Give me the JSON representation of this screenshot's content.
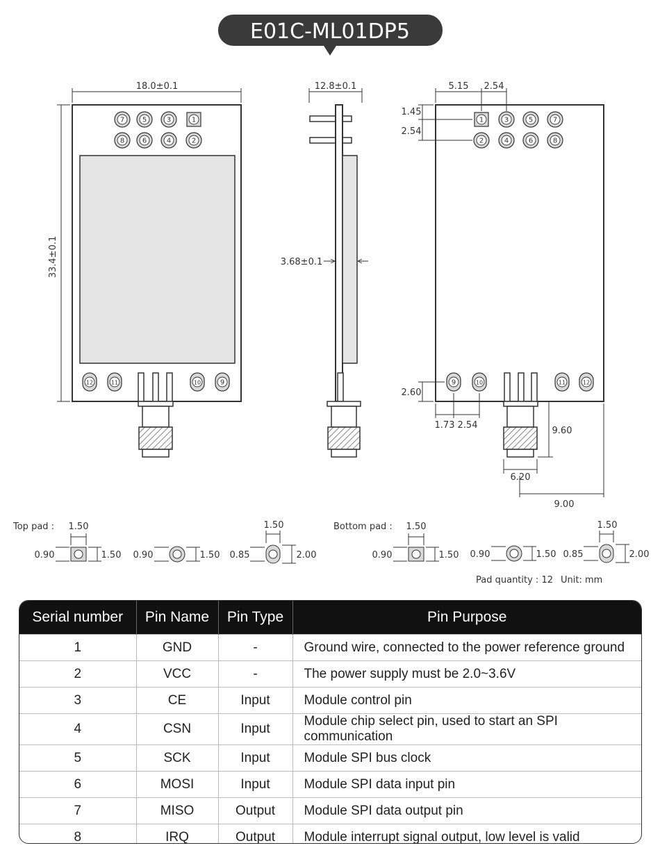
{
  "title": "E01C-ML01DP5",
  "dims": {
    "front_width": "18.0±0.1",
    "front_height": "33.4±0.1",
    "side_width": "12.8±0.1",
    "side_thickness": "3.68±0.1",
    "back_x1": "5.15",
    "back_x2": "2.54",
    "back_y1": "1.45",
    "back_y2": "2.54",
    "back_bottom": "2.60",
    "back_pad_offset": "1.73",
    "back_pad_pitch": "2.54",
    "antenna_length": "9.60",
    "antenna_width": "6.20",
    "antenna_offset": "9.00"
  },
  "pin_numbers": [
    "1",
    "2",
    "3",
    "4",
    "5",
    "6",
    "7",
    "8",
    "9",
    "10",
    "11",
    "12"
  ],
  "pads": {
    "top_label": "Top pad :",
    "bottom_label": "Bottom pad :",
    "d150": "1.50",
    "d090": "0.90",
    "d085": "0.85",
    "d200": "2.00",
    "quantity": "Pad quantity : 12",
    "unit": "Unit:  mm"
  },
  "table": {
    "headers": [
      "Serial number",
      "Pin Name",
      "Pin Type",
      "Pin Purpose"
    ],
    "rows": [
      {
        "num": "1",
        "name": "GND",
        "type": "-",
        "purpose": "Ground wire, connected to the power reference ground"
      },
      {
        "num": "2",
        "name": "VCC",
        "type": "-",
        "purpose": "The power supply must be 2.0~3.6V"
      },
      {
        "num": "3",
        "name": "CE",
        "type": "Input",
        "purpose": "Module control pin"
      },
      {
        "num": "4",
        "name": "CSN",
        "type": "Input",
        "purpose": "Module chip select pin, used to start an SPI communication"
      },
      {
        "num": "5",
        "name": "SCK",
        "type": "Input",
        "purpose": "Module SPI bus clock"
      },
      {
        "num": "6",
        "name": "MOSI",
        "type": "Input",
        "purpose": "Module SPI data input pin"
      },
      {
        "num": "7",
        "name": "MISO",
        "type": "Output",
        "purpose": "Module SPI data output pin"
      },
      {
        "num": "8",
        "name": "IRQ",
        "type": "Output",
        "purpose": "Module interrupt signal output, low level is valid"
      }
    ]
  }
}
